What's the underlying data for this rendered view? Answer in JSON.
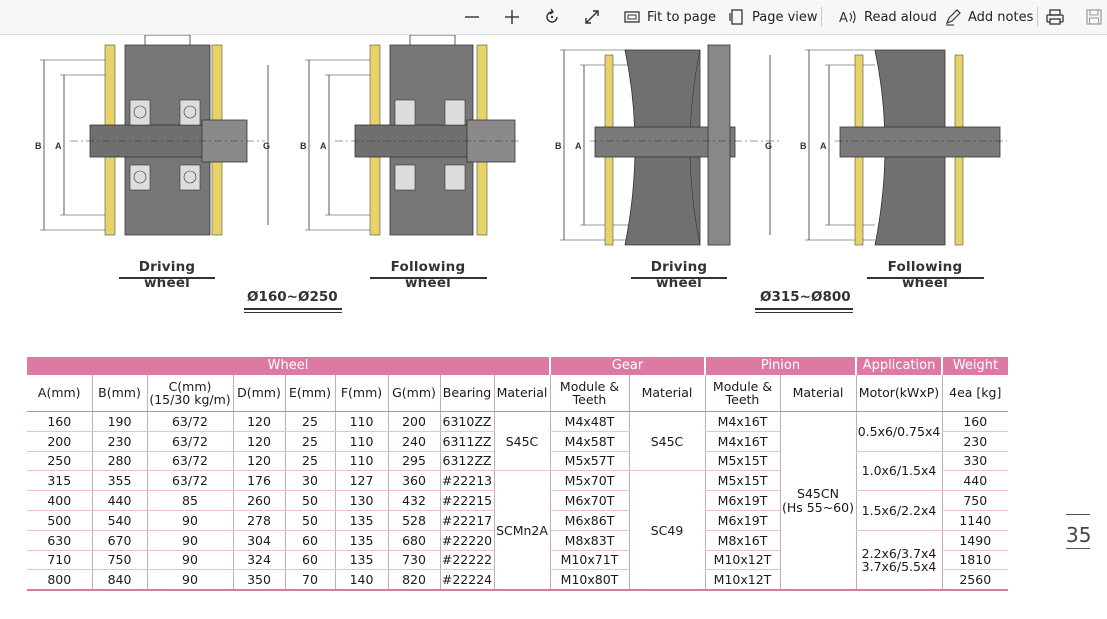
{
  "toolbar": {
    "fit_to_page": "Fit to page",
    "page_view": "Page view",
    "read_aloud": "Read aloud",
    "add_notes": "Add notes"
  },
  "drawings": {
    "captions": [
      "Driving wheel",
      "Following wheel",
      "Driving wheel",
      "Following wheel"
    ],
    "ranges": [
      "Ø160~Ø250",
      "Ø315~Ø800"
    ],
    "dim_letters": {
      "b": "B",
      "a": "A",
      "g": "G"
    }
  },
  "table": {
    "groups": [
      "Wheel",
      "Gear",
      "Pinion",
      "Application",
      "Weight"
    ],
    "columns": [
      "A(mm)",
      "B(mm)",
      "C(mm)\n(15/30 kg/m)",
      "D(mm)",
      "E(mm)",
      "F(mm)",
      "G(mm)",
      "Bearing",
      "Material",
      "Module &\nTeeth",
      "Material",
      "Module &\nTeeth",
      "Material",
      "Motor(kWxP)",
      "4ea [kg]"
    ],
    "rows": [
      [
        "160",
        "190",
        "63/72",
        "120",
        "25",
        "110",
        "200",
        "6310ZZ",
        "M4x48T",
        "M4x16T",
        "160"
      ],
      [
        "200",
        "230",
        "63/72",
        "120",
        "25",
        "110",
        "240",
        "6311ZZ",
        "M4x58T",
        "M4x16T",
        "230"
      ],
      [
        "250",
        "280",
        "63/72",
        "120",
        "25",
        "110",
        "295",
        "6312ZZ",
        "M5x57T",
        "M5x15T",
        "330"
      ],
      [
        "315",
        "355",
        "63/72",
        "176",
        "30",
        "127",
        "360",
        "#22213",
        "M5x70T",
        "M5x15T",
        "440"
      ],
      [
        "400",
        "440",
        "85",
        "260",
        "50",
        "130",
        "432",
        "#22215",
        "M6x70T",
        "M6x19T",
        "750"
      ],
      [
        "500",
        "540",
        "90",
        "278",
        "50",
        "135",
        "528",
        "#22217",
        "M6x86T",
        "M6x19T",
        "1140"
      ],
      [
        "630",
        "670",
        "90",
        "304",
        "60",
        "135",
        "680",
        "#22220",
        "M8x83T",
        "M8x16T",
        "1490"
      ],
      [
        "710",
        "750",
        "90",
        "324",
        "60",
        "135",
        "730",
        "#22222",
        "M10x71T",
        "M10x12T",
        "1810"
      ],
      [
        "800",
        "840",
        "90",
        "350",
        "70",
        "140",
        "820",
        "#22224",
        "M10x80T",
        "M10x12T",
        "2560"
      ]
    ],
    "merged": {
      "wheel_material_1": "S45C",
      "wheel_material_2": "SCMn2A",
      "gear_material_1": "S45C",
      "gear_material_2": "SC49",
      "pinion_material": "S45CN\n(Hs 55~60)",
      "motor_1": "0.5x6/0.75x4",
      "motor_2": "1.0x6/1.5x4",
      "motor_3": "1.5x6/2.2x4",
      "motor_4": "2.2x6/3.7x4\n3.7x6/5.5x4"
    }
  },
  "page_number": "35",
  "colors": {
    "accent_pink": "#de7aa1",
    "ink": "#1a1a1a",
    "wheel_gray": "#7a7a7a",
    "yellow_part": "#e6d36a"
  }
}
